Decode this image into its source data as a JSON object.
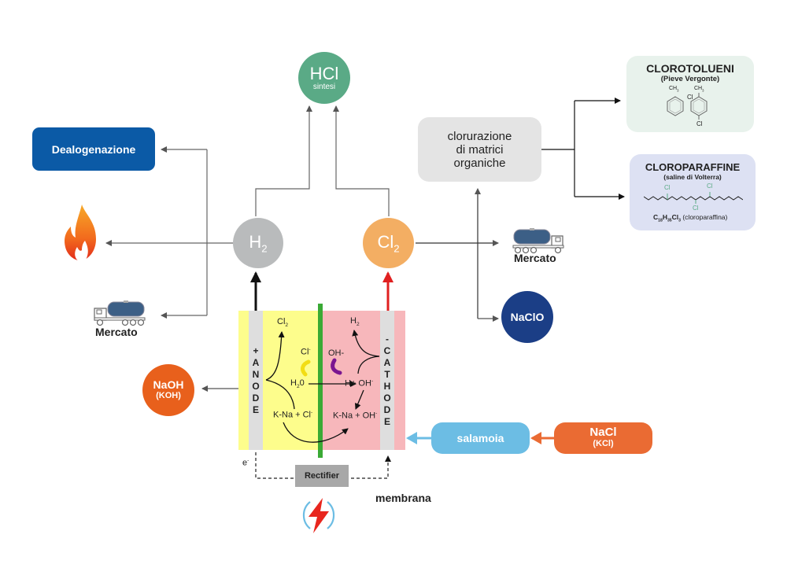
{
  "nodes": {
    "hcl": {
      "title": "HCl",
      "subtitle": "sintesi",
      "color": "#5aaa86"
    },
    "h2": {
      "label": "H",
      "sub": "2",
      "color": "#b9bbbc"
    },
    "cl2": {
      "label": "Cl",
      "sub": "2",
      "color": "#f3ae63"
    },
    "dealogenazione": {
      "label": "Dealogenazione",
      "color": "#0b5aa6"
    },
    "clorurazione": {
      "line1": "clorurazione",
      "line2": "di matrici",
      "line3": "organiche",
      "color": "#e4e4e4"
    },
    "naclo": {
      "label": "NaClO",
      "color": "#1b3e86"
    },
    "naoh": {
      "label": "NaOH",
      "sub_label": "(KOH)",
      "color": "#e8601c"
    },
    "salamoia": {
      "label": "salamoia",
      "color": "#6cbde4"
    },
    "nacl": {
      "label": "NaCl",
      "sub_label": "(KCl)",
      "color": "#ea6b33"
    },
    "mercato_left": {
      "label": "Mercato"
    },
    "mercato_right": {
      "label": "Mercato"
    }
  },
  "products": {
    "clorotolueni": {
      "title": "CLOROTOLUENI",
      "subtitle": "(Pieve Vergonte)",
      "ch3": "CH",
      "ch3_sub": "3",
      "cl": "Cl",
      "color": "#e8f2ec"
    },
    "cloroparaffine": {
      "title": "CLOROPARAFFINE",
      "subtitle": "(saline di Volterra)",
      "cl": "Cl",
      "formula_c": "C",
      "formula_c_sub": "18",
      "formula_h": "H",
      "formula_h_sub": "35",
      "formula_cl": "Cl",
      "formula_cl_sub": "3",
      "formula_name": "(cloroparaffina)",
      "color": "#dde1f3"
    }
  },
  "cell": {
    "anode_label": [
      "+",
      "A",
      "N",
      "O",
      "D",
      "E"
    ],
    "cathode_label": [
      "-",
      "C",
      "A",
      "T",
      "H",
      "O",
      "D",
      "E"
    ],
    "anode_color": "#fdfd8c",
    "cathode_color": "#f7b7bb",
    "membrane_color": "#3aaa35",
    "cl2_product": {
      "main": "Cl",
      "sub": "2"
    },
    "cl_ion": {
      "main": "Cl",
      "sup": "-"
    },
    "h2o": {
      "main": "H",
      "sub": "2",
      "tail": "0"
    },
    "kna_cl": {
      "main": "K-Na + Cl",
      "sup": "-"
    },
    "h2_product": {
      "main": "H",
      "sub": "2"
    },
    "oh_ion": "OH-",
    "h_oh": {
      "main": "H+ OH",
      "sup": "-"
    },
    "kna_oh": {
      "main": "K-Na + OH",
      "sup": "-"
    }
  },
  "circuit": {
    "electron": {
      "main": "e",
      "sup": "-"
    },
    "rectifier": "Rectifier",
    "membrana": "membrana"
  },
  "icons": {
    "flame": "flame-icon",
    "truck": "tanker-truck-icon",
    "power": "lightning-bolt-icon"
  }
}
